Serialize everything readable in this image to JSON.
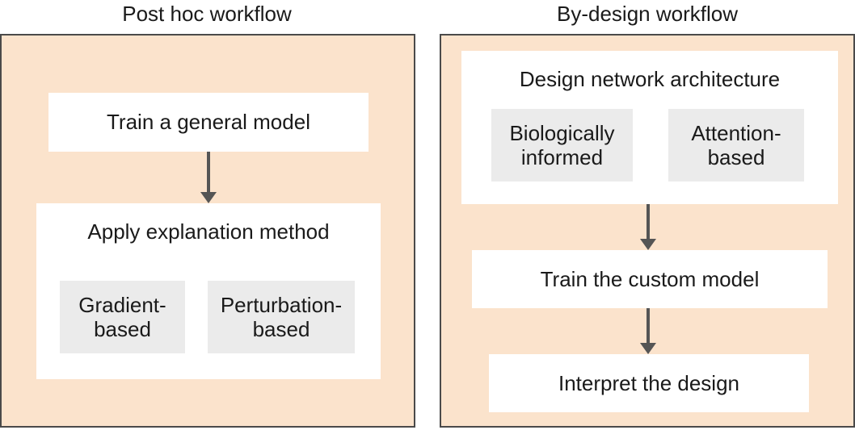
{
  "post_hoc": {
    "heading": "Post hoc workflow",
    "train_box": "Train a general model",
    "explain_box": {
      "title": "Apply explanation method",
      "methods": [
        {
          "line1": "Gradient-",
          "line2": "based"
        },
        {
          "line1": "Perturbation-",
          "line2": "based"
        }
      ]
    }
  },
  "by_design": {
    "heading": "By-design workflow",
    "design_box": {
      "title": "Design network architecture",
      "options": [
        {
          "line1": "Biologically",
          "line2": "informed"
        },
        {
          "line1": "Attention-",
          "line2": "based"
        }
      ]
    },
    "train_box": "Train the custom model",
    "interpret_box": "Interpret the design"
  },
  "colors": {
    "panel_fill": "#fbe3cc",
    "panel_border": "#4a4a4a",
    "box_fill": "#ffffff",
    "chip_fill": "#ebebeb",
    "arrow": "#555555"
  }
}
